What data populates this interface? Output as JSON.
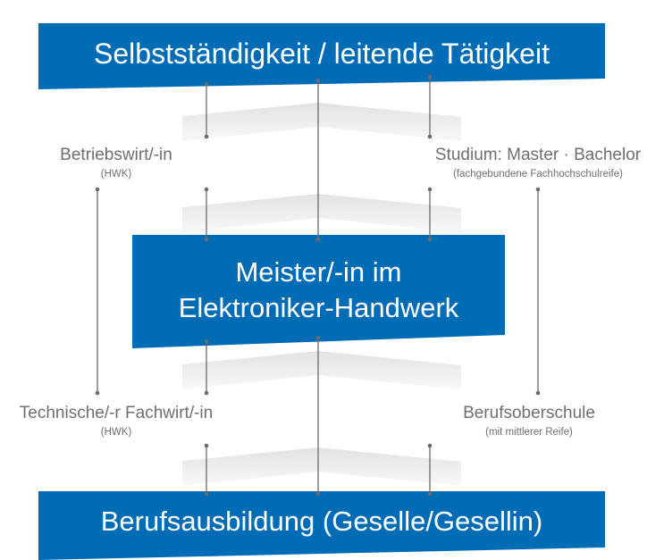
{
  "colors": {
    "box": "#006cb5",
    "line": "#6b6b6b",
    "chevron": "#e4e4e4"
  },
  "top": {
    "title": "Selbstständigkeit / leitende Tätigkeit"
  },
  "middle": {
    "line1": "Meister/-in im",
    "line2": "Elektroniker-Handwerk"
  },
  "bottom": {
    "title": "Berufsausbildung (Geselle/Gesellin)"
  },
  "upper_left": {
    "title": "Betriebswirt/-in",
    "sub": "(HWK)"
  },
  "upper_right": {
    "title": "Studium: Master · Bachelor",
    "sub": "(fachgebundene Fachhochschulreife)"
  },
  "lower_left": {
    "title": "Technische/-r Fachwirt/-in",
    "sub": "(HWK)"
  },
  "lower_right": {
    "title": "Berufsoberschule",
    "sub": "(mit mittlerer Reife)"
  }
}
